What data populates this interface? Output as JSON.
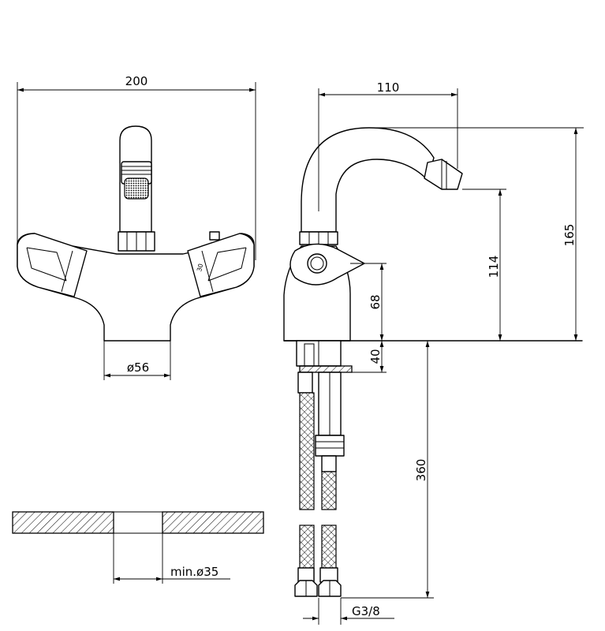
{
  "dimensions": {
    "width_front": "200",
    "base_diameter": "ø56",
    "hole_diameter": "min.ø35",
    "reach": "110",
    "total_height": "165",
    "spout_height": "114",
    "body_height": "68",
    "deck_thickness": "40",
    "hose_length": "360",
    "connection_thread": "G3/8"
  },
  "handle_marking": "30"
}
